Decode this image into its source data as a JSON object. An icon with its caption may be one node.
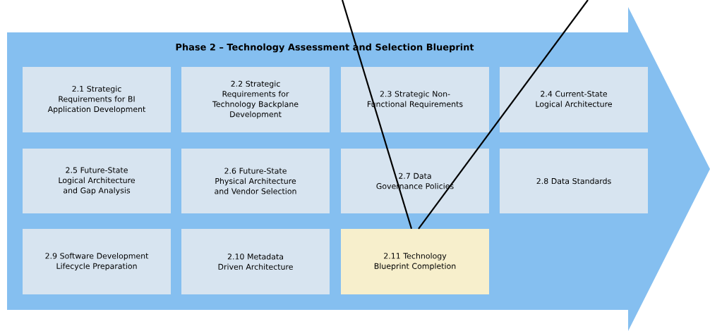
{
  "diagram": {
    "nodes": [
      {
        "text": [
          "Phase 2 – Technology Assessment and Selection Blueprint"
        ]
      },
      {
        "text": [
          "2.1 Strategic Requirements for BI Application Development"
        ],
        "in": 0
      },
      {
        "text": [
          "2.2 Strategic Requirements for Technology Backplane Development"
        ],
        "in": 0
      },
      {
        "text": [
          "2.3 Strategic Non-Functional Requirements"
        ],
        "in": 0
      },
      {
        "text": [
          "2.4 Current-State Logical Architecture"
        ],
        "in": 0
      },
      {
        "text": [
          "2.5 Future-State Logical Architecture and Gap Analysis"
        ],
        "in": 0
      },
      {
        "text": [
          "2.6 Future-State Physical Architecture and Vendor Selection"
        ],
        "in": 0
      },
      {
        "text": [
          "2.7 Data Governance Policies"
        ],
        "in": 0
      },
      {
        "text": [
          "2.8 Data Standards"
        ],
        "in": 0
      },
      {
        "text": [
          "2.9 Software Development Lifecycle Preparation"
        ],
        "in": 0
      },
      {
        "text": [
          "2.10 Metadata Driven Architecture"
        ],
        "in": 0
      },
      {
        "text": [
          "2.11 Technology Blueprint Completion"
        ],
        "in": 0
      }
    ],
    "edges": [
      {
        "from": null,
        "to": 11,
        "arrow": "none"
      },
      {
        "from": null,
        "to": 11,
        "arrow": "none"
      }
    ]
  }
}
